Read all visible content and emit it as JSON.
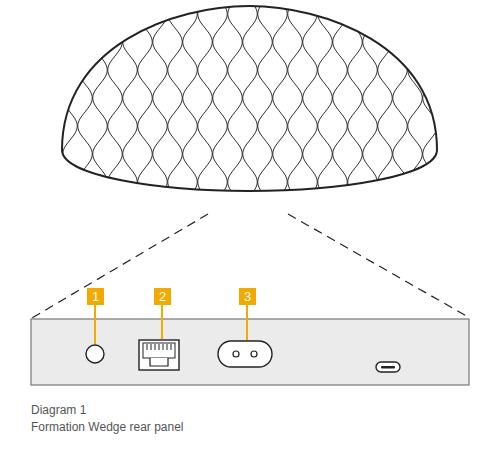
{
  "diagram": {
    "title": "Diagram 1",
    "caption": "Formation Wedge rear panel",
    "labels": [
      "1",
      "2",
      "3"
    ]
  }
}
